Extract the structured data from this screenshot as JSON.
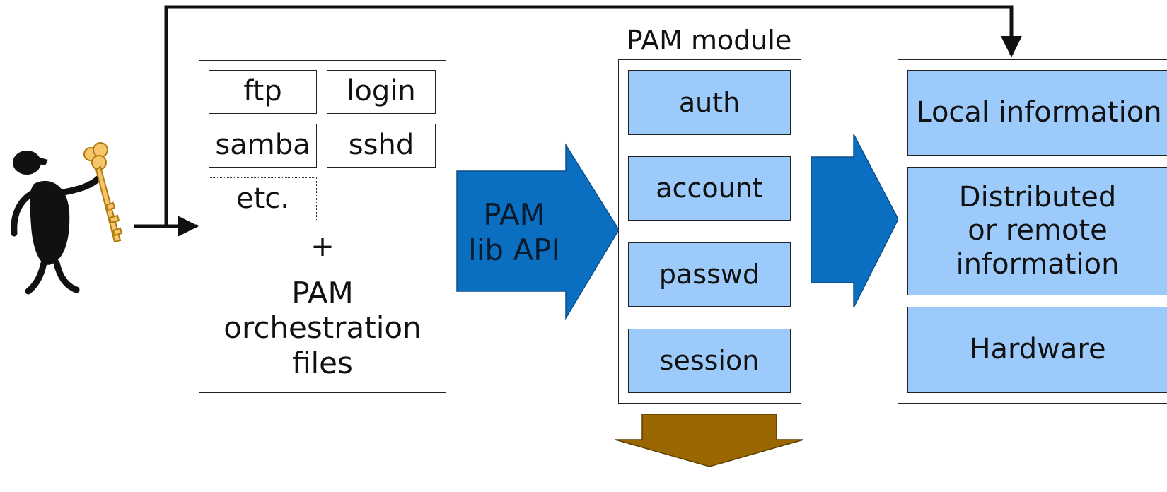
{
  "config_box": {
    "services": [
      "ftp",
      "login",
      "samba",
      "sshd",
      "etc."
    ],
    "plus": "+",
    "caption": "PAM orchestration files"
  },
  "api_arrow": {
    "label": "PAM lib API",
    "color": "#0b6fc1"
  },
  "module": {
    "title": "PAM module",
    "items": [
      "auth",
      "account",
      "passwd",
      "session"
    ],
    "item_color": "#9ccbfb"
  },
  "info": {
    "items": [
      "Local information",
      "Distributed or remote information",
      "Hardware"
    ]
  },
  "down_arrow": {
    "color": "#9a6600"
  }
}
